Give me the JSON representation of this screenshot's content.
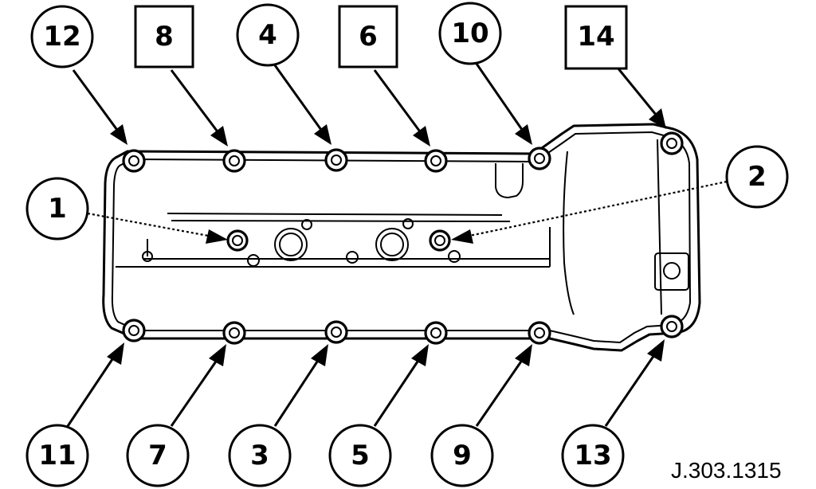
{
  "figure": {
    "reference_code": "J.303.1315"
  },
  "callouts": [
    {
      "label": "12",
      "shape": "circle"
    },
    {
      "label": "8",
      "shape": "square"
    },
    {
      "label": "4",
      "shape": "circle"
    },
    {
      "label": "6",
      "shape": "square"
    },
    {
      "label": "10",
      "shape": "circle"
    },
    {
      "label": "14",
      "shape": "square"
    },
    {
      "label": "1",
      "shape": "circle"
    },
    {
      "label": "2",
      "shape": "circle"
    },
    {
      "label": "11",
      "shape": "circle"
    },
    {
      "label": "7",
      "shape": "circle"
    },
    {
      "label": "3",
      "shape": "circle"
    },
    {
      "label": "5",
      "shape": "circle"
    },
    {
      "label": "9",
      "shape": "circle"
    },
    {
      "label": "13",
      "shape": "circle"
    }
  ],
  "colors": {
    "line": "#000000",
    "background": "#ffffff"
  }
}
